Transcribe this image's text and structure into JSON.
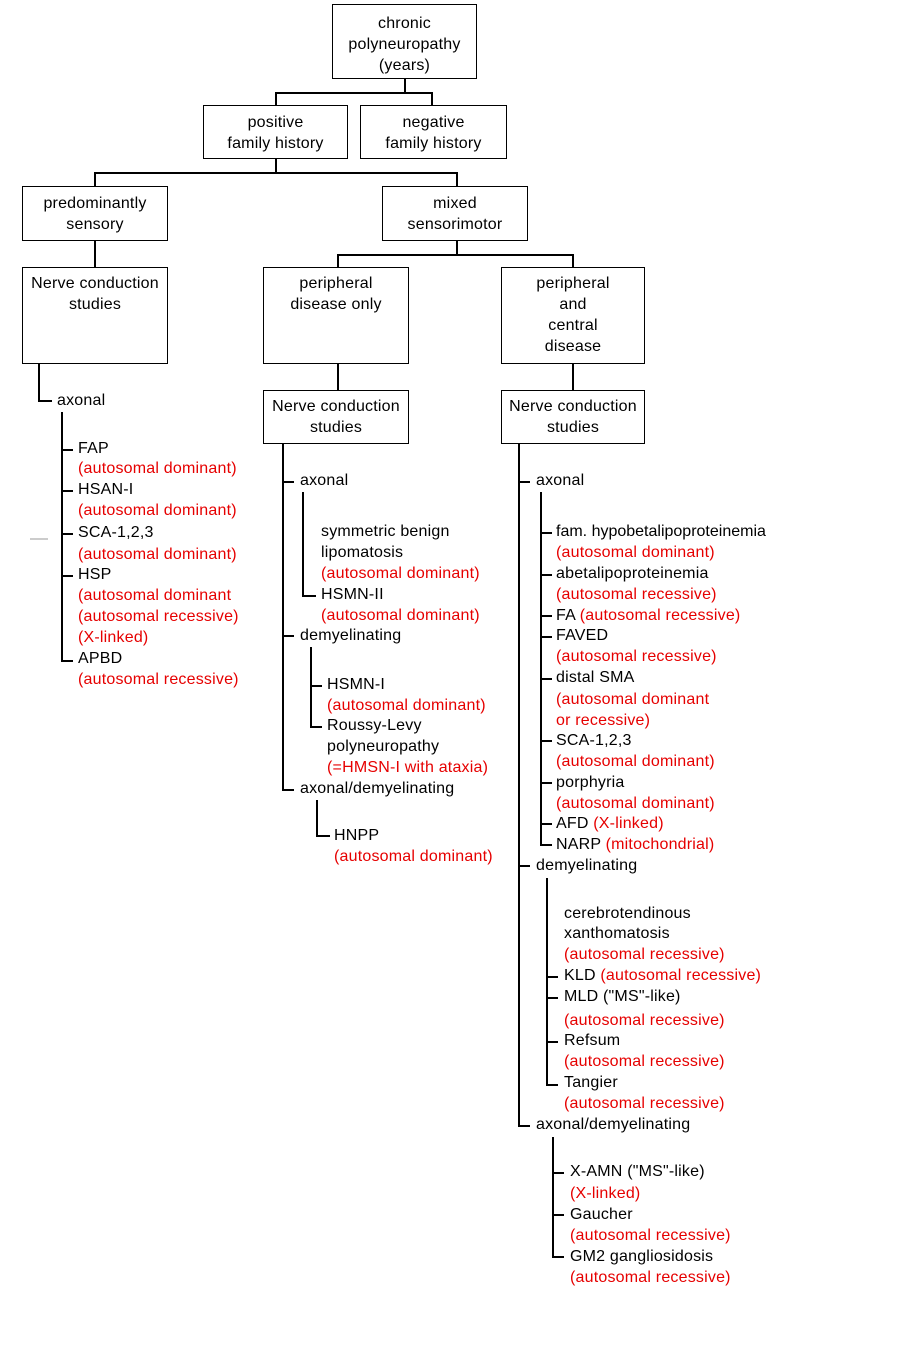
{
  "root": [
    "chronic",
    "polyneuropathy",
    "(years)"
  ],
  "positive_family_history": [
    "positive",
    "family history"
  ],
  "negative_family_history": [
    "negative",
    "family history"
  ],
  "predominantly_sensory": [
    "predominantly",
    "sensory"
  ],
  "mixed_sensorimotor": [
    "mixed",
    "sensorimotor"
  ],
  "peripheral_only": [
    "peripheral",
    "disease only"
  ],
  "peripheral_central": [
    "peripheral",
    "and",
    "central",
    "disease"
  ],
  "ncs": [
    "Nerve conduction",
    "studies"
  ],
  "sensory_branch": {
    "axonal": "axonal",
    "items": [
      {
        "name": "FAP",
        "inheritance": [
          "(autosomal dominant)"
        ]
      },
      {
        "name": "HSAN-I",
        "inheritance": [
          "(autosomal dominant)"
        ]
      },
      {
        "name": "SCA-1,2,3",
        "inheritance": [
          "(autosomal dominant)"
        ]
      },
      {
        "name": "HSP",
        "inheritance": [
          "(autosomal dominant",
          "(autosomal recessive)",
          "(X-linked)"
        ]
      },
      {
        "name": "APBD",
        "inheritance": [
          "(autosomal recessive)"
        ]
      }
    ]
  },
  "peripheral_only_branch": {
    "axonal": "axonal",
    "axonal_items": [
      {
        "name": [
          "symmetric benign",
          "lipomatosis"
        ],
        "inheritance": "(autosomal dominant)"
      },
      {
        "name": [
          "HSMN-II"
        ],
        "inheritance": "(autosomal dominant)"
      }
    ],
    "demyelinating": "demyelinating",
    "demyelinating_items": [
      {
        "name": [
          "HSMN-I"
        ],
        "inheritance": "(autosomal dominant)"
      },
      {
        "name": [
          "Roussy-Levy",
          "polyneuropathy"
        ],
        "inheritance": "(=HMSN-I with ataxia)"
      }
    ],
    "mixed": "axonal/demyelinating",
    "mixed_items": [
      {
        "name": [
          "HNPP"
        ],
        "inheritance": "(autosomal dominant)"
      }
    ]
  },
  "central_branch": {
    "axonal": "axonal",
    "axonal_items": {
      "fam_hypo": {
        "name": "fam. hypobetalipoproteinemia",
        "inheritance": "(autosomal dominant)"
      },
      "abeta": {
        "name": "abetalipoproteinemia",
        "inheritance": "(autosomal recessive)"
      },
      "fa": {
        "name": "FA",
        "inheritance": "(autosomal recessive)"
      },
      "faved": {
        "name": "FAVED",
        "inheritance": "(autosomal recessive)"
      },
      "distal_sma": {
        "name": "distal SMA",
        "inheritance": [
          "(autosomal dominant",
          "or recessive)"
        ]
      },
      "sca": {
        "name": "SCA-1,2,3",
        "inheritance": "(autosomal dominant)"
      },
      "porphyria": {
        "name": "porphyria",
        "inheritance": "(autosomal dominant)"
      },
      "afd": {
        "name": "AFD",
        "inheritance": "(X-linked)"
      },
      "narp": {
        "name": "NARP",
        "inheritance": "(mitochondrial)"
      }
    },
    "demyelinating": "demyelinating",
    "demyelinating_items": {
      "ctx": {
        "name": [
          "cerebrotendinous",
          "xanthomatosis"
        ],
        "inheritance": "(autosomal recessive)"
      },
      "kld": {
        "name": "KLD",
        "inheritance": "(autosomal recessive)"
      },
      "mld": {
        "name": "MLD (\"MS\"-like)",
        "inheritance": "(autosomal recessive)"
      },
      "refsum": {
        "name": "Refsum",
        "inheritance": "(autosomal recessive)"
      },
      "tangier": {
        "name": "Tangier",
        "inheritance": "(autosomal recessive)"
      }
    },
    "mixed": "axonal/demyelinating",
    "mixed_items": {
      "xamn": {
        "name": "X-AMN (\"MS\"-like)",
        "inheritance": "(X-linked)"
      },
      "gaucher": {
        "name": "Gaucher",
        "inheritance": "(autosomal recessive)"
      },
      "gm2": {
        "name": "GM2 gangliosidosis",
        "inheritance": "(autosomal recessive)"
      }
    }
  }
}
